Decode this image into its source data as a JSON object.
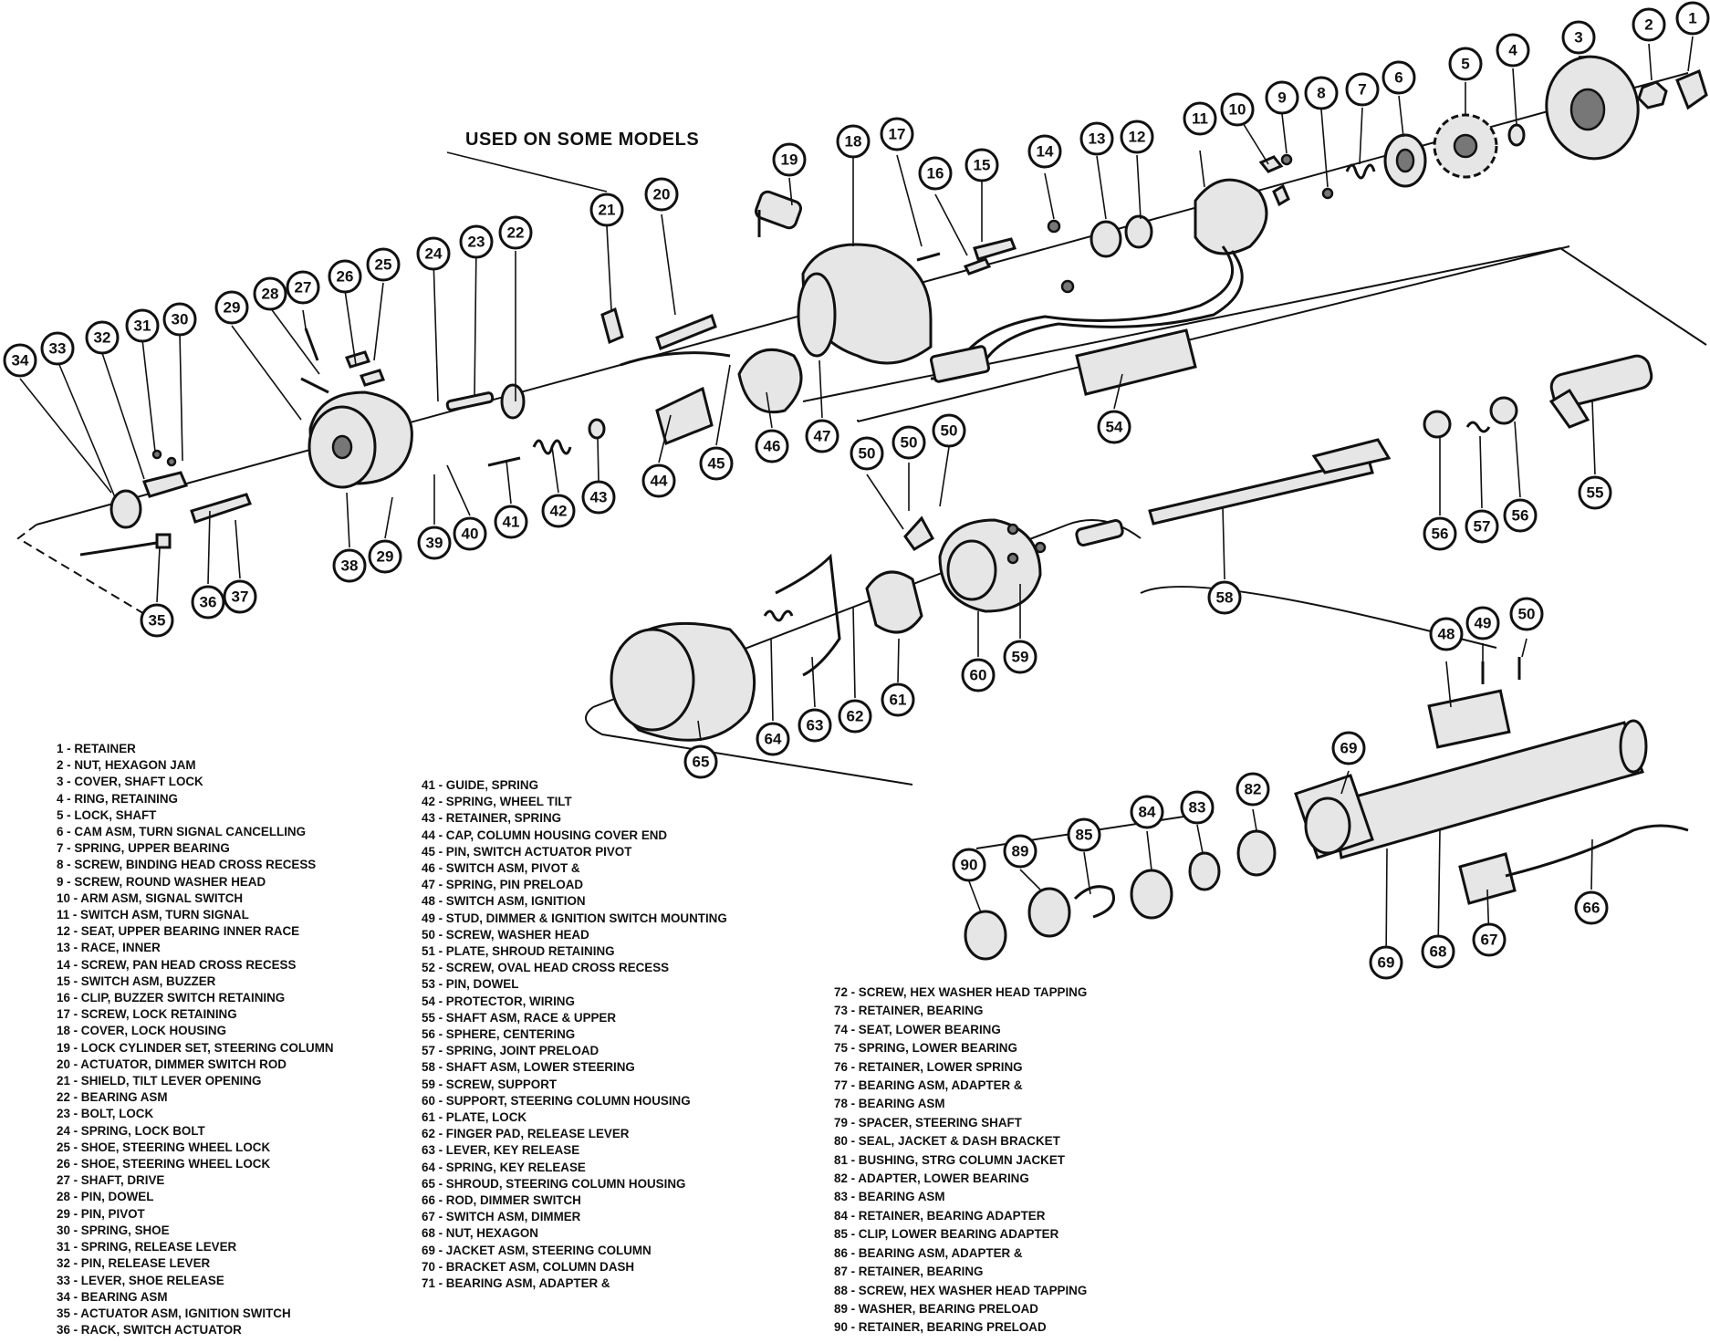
{
  "note": "USED ON SOME MODELS",
  "callouts": [
    "1",
    "2",
    "3",
    "4",
    "5",
    "6",
    "7",
    "8",
    "9",
    "10",
    "11",
    "12",
    "13",
    "14",
    "15",
    "16",
    "17",
    "18",
    "19",
    "20",
    "21",
    "22",
    "23",
    "24",
    "25",
    "26",
    "27",
    "28",
    "29",
    "30",
    "31",
    "32",
    "33",
    "34",
    "35",
    "36",
    "37",
    "38",
    "29",
    "39",
    "40",
    "41",
    "42",
    "43",
    "44",
    "45",
    "46",
    "47",
    "50",
    "50",
    "50",
    "54",
    "55",
    "56",
    "57",
    "56",
    "58",
    "59",
    "60",
    "61",
    "62",
    "63",
    "64",
    "65",
    "48",
    "49",
    "50",
    "69",
    "82",
    "83",
    "84",
    "85",
    "89",
    "90",
    "66",
    "67",
    "68",
    "69"
  ],
  "legend": {
    "col1": [
      "1 - RETAINER",
      "2 - NUT, HEXAGON JAM",
      "3 - COVER, SHAFT LOCK",
      "4 - RING, RETAINING",
      "5 - LOCK, SHAFT",
      "6 - CAM ASM, TURN SIGNAL CANCELLING",
      "7 - SPRING, UPPER BEARING",
      "8 - SCREW, BINDING HEAD CROSS RECESS",
      "9 - SCREW, ROUND WASHER HEAD",
      "10 - ARM ASM, SIGNAL SWITCH",
      "11 - SWITCH ASM, TURN SIGNAL",
      "12 - SEAT, UPPER BEARING INNER RACE",
      "13 - RACE, INNER",
      "14 - SCREW, PAN HEAD CROSS RECESS",
      "15 - SWITCH ASM, BUZZER",
      "16 - CLIP, BUZZER SWITCH RETAINING",
      "17 - SCREW, LOCK RETAINING",
      "18 - COVER, LOCK HOUSING",
      "19 - LOCK CYLINDER SET, STEERING COLUMN",
      "20 - ACTUATOR, DIMMER SWITCH ROD",
      "21 - SHIELD, TILT LEVER OPENING",
      "22 - BEARING ASM",
      "23 - BOLT, LOCK",
      "24 - SPRING, LOCK BOLT",
      "25 - SHOE, STEERING WHEEL LOCK",
      "26 - SHOE, STEERING WHEEL LOCK",
      "27 - SHAFT, DRIVE",
      "28 - PIN, DOWEL",
      "29 - PIN, PIVOT",
      "30 - SPRING, SHOE",
      "31 - SPRING, RELEASE LEVER",
      "32 - PIN, RELEASE LEVER",
      "33 - LEVER, SHOE RELEASE",
      "34 - BEARING ASM",
      "35 - ACTUATOR ASM, IGNITION SWITCH",
      "36 - RACK, SWITCH ACTUATOR"
    ],
    "col2": [
      "41 - GUIDE, SPRING",
      "42 - SPRING, WHEEL TILT",
      "43 - RETAINER, SPRING",
      "44 - CAP, COLUMN HOUSING COVER END",
      "45 - PIN, SWITCH ACTUATOR PIVOT",
      "46 - SWITCH ASM, PIVOT &",
      "47 - SPRING, PIN PRELOAD",
      "48 - SWITCH ASM, IGNITION",
      "49 - STUD, DIMMER & IGNITION SWITCH MOUNTING",
      "50 - SCREW, WASHER HEAD",
      "51 - PLATE, SHROUD RETAINING",
      "52 - SCREW, OVAL HEAD CROSS RECESS",
      "53 - PIN, DOWEL",
      "54 - PROTECTOR, WIRING",
      "55 - SHAFT ASM, RACE & UPPER",
      "56 - SPHERE, CENTERING",
      "57 - SPRING, JOINT PRELOAD",
      "58 - SHAFT ASM, LOWER STEERING",
      "59 - SCREW, SUPPORT",
      "60 - SUPPORT, STEERING COLUMN HOUSING",
      "61 - PLATE, LOCK",
      "62 - FINGER PAD, RELEASE LEVER",
      "63 - LEVER, KEY RELEASE",
      "64 - SPRING, KEY RELEASE",
      "65 - SHROUD, STEERING COLUMN HOUSING",
      "66 - ROD, DIMMER SWITCH",
      "67 - SWITCH ASM, DIMMER",
      "68 - NUT, HEXAGON",
      "69 - JACKET ASM, STEERING COLUMN",
      "70 - BRACKET ASM, COLUMN DASH",
      "71 - BEARING ASM, ADAPTER &"
    ],
    "col3": [
      "72 - SCREW, HEX WASHER HEAD TAPPING",
      "73 - RETAINER, BEARING",
      "74 - SEAT, LOWER BEARING",
      "75 - SPRING, LOWER BEARING",
      "76 - RETAINER, LOWER SPRING",
      "77 - BEARING ASM, ADAPTER &",
      "78 - BEARING ASM",
      "79 - SPACER, STEERING SHAFT",
      "80 - SEAL, JACKET & DASH BRACKET",
      "81 - BUSHING, STRG COLUMN JACKET",
      "82 - ADAPTER, LOWER BEARING",
      "83 - BEARING ASM",
      "84 - RETAINER, BEARING ADAPTER",
      "85 - CLIP, LOWER BEARING ADAPTER",
      "86 - BEARING ASM, ADAPTER &",
      "87 - RETAINER, BEARING",
      "88 - SCREW, HEX WASHER HEAD TAPPING",
      "89 - WASHER, BEARING PRELOAD",
      "90 - RETAINER, BEARING PRELOAD"
    ]
  }
}
